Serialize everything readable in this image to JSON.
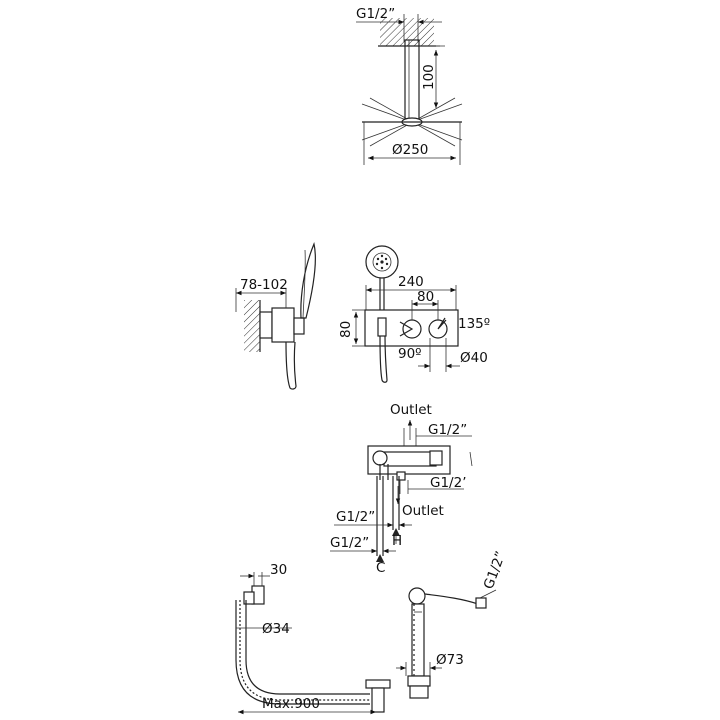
{
  "diagram": {
    "shower_head": {
      "thread": "G1/2”",
      "arm_length": "100",
      "diameter": "Ø250"
    },
    "hand_shower_side": {
      "wall_depth": "78-102"
    },
    "valve_front": {
      "width": "240",
      "spacing": "80",
      "height": "80",
      "handle_angle_1": "135º",
      "handle_angle_2": "90º",
      "knob_diameter": "Ø40"
    },
    "valve_body": {
      "outlet_top": "Outlet",
      "thread_top": "G1/2”",
      "thread_right": "G1/2’",
      "outlet_bottom": "Outlet",
      "thread_hot": "G1/2”",
      "hot": "H",
      "thread_cold": "G1/2”",
      "cold": "C"
    },
    "bath_waste": {
      "width": "30",
      "pipe_diameter": "Ø34",
      "max_length": "Max.900"
    },
    "bath_filler": {
      "diameter": "Ø73",
      "thread": "G1/2”"
    }
  }
}
